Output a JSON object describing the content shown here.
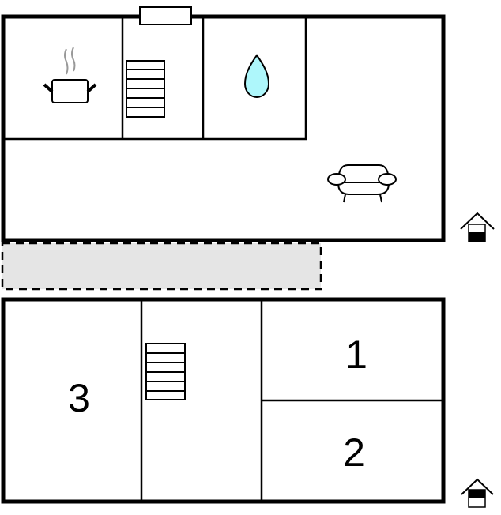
{
  "diagram": {
    "type": "floor-plan",
    "floors": [
      {
        "name": "upper-floor",
        "rooms": [
          {
            "id": "kitchen",
            "icon": "cooking-pot-icon"
          },
          {
            "id": "stair-hall",
            "icon": "staircase-icon"
          },
          {
            "id": "bathroom",
            "icon": "water-drop-icon"
          },
          {
            "id": "living-room",
            "icon": "sofa-icon"
          }
        ],
        "level_indicator": "upper-floor-house-icon"
      },
      {
        "name": "lower-floor",
        "rooms": [
          {
            "id": "bedroom-3",
            "label": "3"
          },
          {
            "id": "stair-hall",
            "icon": "staircase-icon"
          },
          {
            "id": "bedroom-1",
            "label": "1"
          },
          {
            "id": "bedroom-2",
            "label": "2"
          }
        ],
        "level_indicator": "lower-floor-house-icon"
      }
    ],
    "terrace": {
      "style": "dashed",
      "fill": "#e5e5e5"
    },
    "colors": {
      "wall": "#000000",
      "water_drop": "#aef7fb",
      "steam": "#999999",
      "terrace_fill": "#e5e5e5"
    }
  },
  "labels": {
    "room1": "1",
    "room2": "2",
    "room3": "3"
  }
}
